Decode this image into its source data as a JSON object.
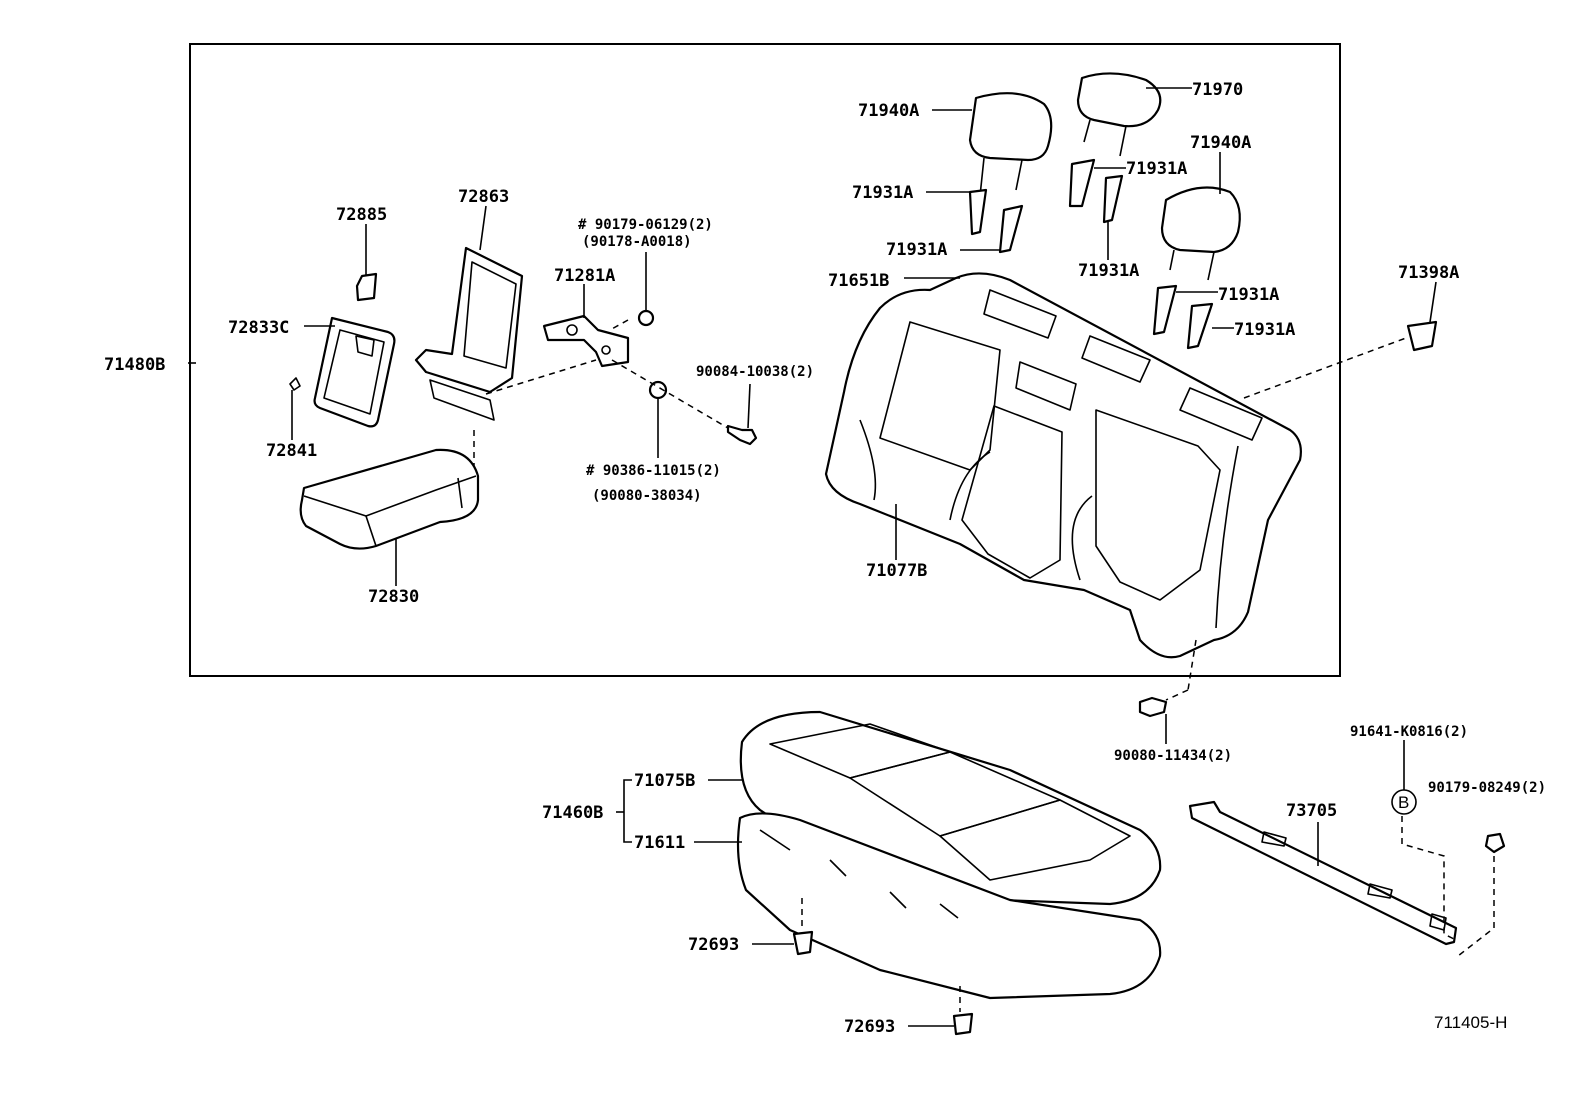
{
  "diagram_code": "711405-H",
  "labels": {
    "p71480B": "71480B",
    "p72885": "72885",
    "p72863": "72863",
    "p72833C": "72833C",
    "p72841": "72841",
    "p72830": "72830",
    "p90179_06129": "# 90179-06129(2)",
    "p90178_A0018": "(90178-A0018)",
    "p71281A": "71281A",
    "p90084_10038": "90084-10038(2)",
    "p90386_11015": "# 90386-11015(2)",
    "p90080_38034": "(90080-38034)",
    "p71940A_1": "71940A",
    "p71970": "71970",
    "p71940A_2": "71940A",
    "p71931A_1": "71931A",
    "p71931A_2": "71931A",
    "p71931A_3": "71931A",
    "p71931A_4": "71931A",
    "p71931A_5": "71931A",
    "p71931A_6": "71931A",
    "p71651B": "71651B",
    "p71077B": "71077B",
    "p71398A": "71398A",
    "p90080_11434": "90080-11434(2)",
    "p71460B": "71460B",
    "p71075B": "71075B",
    "p71611": "71611",
    "p72693_1": "72693",
    "p72693_2": "72693",
    "p73705": "73705",
    "p91641_K0816": "91641-K0816(2)",
    "p90179_08249": "90179-08249(2)",
    "refB": "B"
  }
}
